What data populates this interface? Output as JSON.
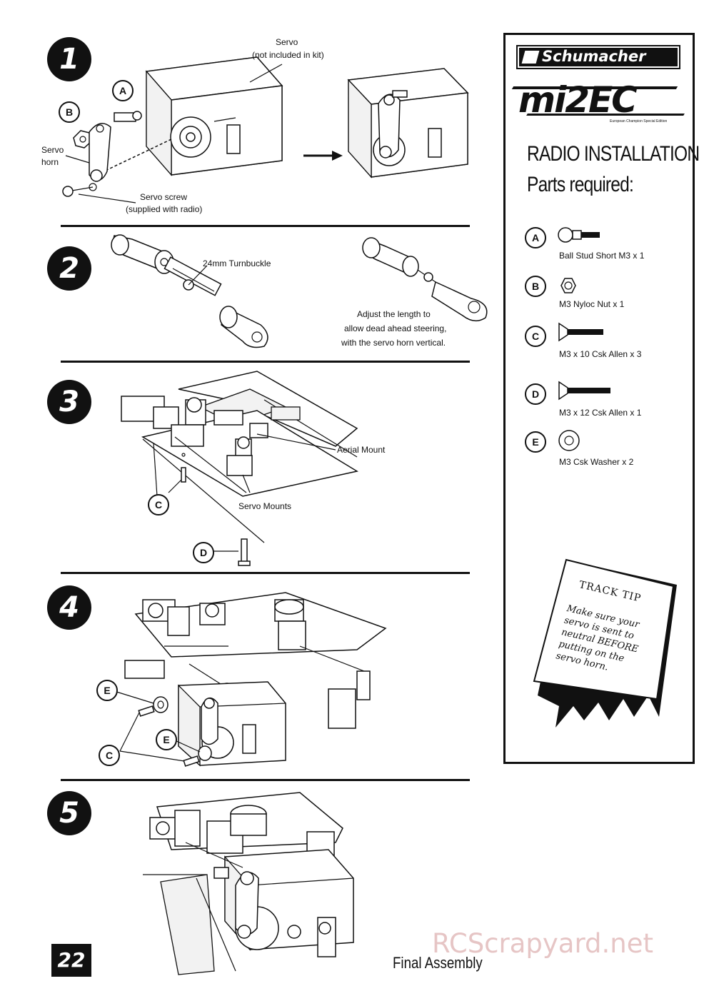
{
  "steps": [
    {
      "number": "1"
    },
    {
      "number": "2"
    },
    {
      "number": "3"
    },
    {
      "number": "4"
    },
    {
      "number": "5"
    }
  ],
  "step1": {
    "servo_label_line1": "Servo",
    "servo_label_line2": "(not included in kit)",
    "horn_label_line1": "Servo",
    "horn_label_line2": "horn",
    "screw_label_line1": "Servo screw",
    "screw_label_line2": "(supplied with radio)"
  },
  "step2": {
    "turnbuckle_label": "24mm Turnbuckle",
    "adjust_line1": "Adjust the length to",
    "adjust_line2": "allow dead ahead steering,",
    "adjust_line3": "with the servo horn vertical."
  },
  "step3": {
    "aerial_label": "Aerial Mount",
    "servo_mounts_label": "Servo Mounts"
  },
  "callouts": {
    "a": "A",
    "b": "B",
    "c": "C",
    "d": "D",
    "e": "E"
  },
  "panel": {
    "brand": "Schumacher",
    "model": "mi2EC",
    "model_subtitle": "European Champion Special Edition",
    "title": "RADIO INSTALLATION",
    "subtitle": "Parts required:",
    "parts": [
      {
        "letter": "A",
        "caption": "Ball Stud Short M3 x 1"
      },
      {
        "letter": "B",
        "caption": "M3 Nyloc Nut x 1"
      },
      {
        "letter": "C",
        "caption": "M3 x 10 Csk Allen x 3"
      },
      {
        "letter": "D",
        "caption": "M3 x 12 Csk Allen x 1"
      },
      {
        "letter": "E",
        "caption": "M3 Csk Washer x 2"
      }
    ],
    "tip_title": "TRACK TIP",
    "tip_lines": [
      "Make sure your",
      "servo is sent to",
      "neutral BEFORE",
      "putting on the",
      "servo horn."
    ]
  },
  "footer": {
    "page_number": "22",
    "section": "Final Assembly",
    "watermark": "RCScrapyard.net"
  }
}
